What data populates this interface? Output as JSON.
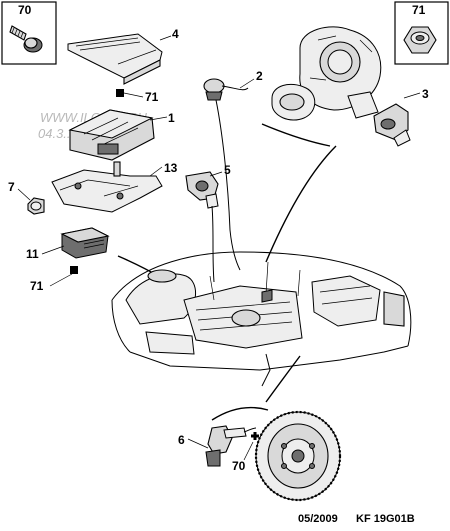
{
  "boxes": {
    "top_left": "70",
    "top_right": "71"
  },
  "callouts": {
    "c4": "4",
    "c71a": "71",
    "c1": "1",
    "c13": "13",
    "c7": "7",
    "c11": "11",
    "c71b": "71",
    "c2": "2",
    "c3": "3",
    "c5": "5",
    "c6": "6",
    "c70": "70"
  },
  "watermark": {
    "line1": "WWW.ILCATS.RU",
    "line2": "04.3... 9...4... 025"
  },
  "footer": {
    "date": "05/2009",
    "ref": "KF 19G01B"
  },
  "colors": {
    "ink": "#000000",
    "part_fill": "#d9d9d9",
    "watermark": "#b9b9b9"
  }
}
